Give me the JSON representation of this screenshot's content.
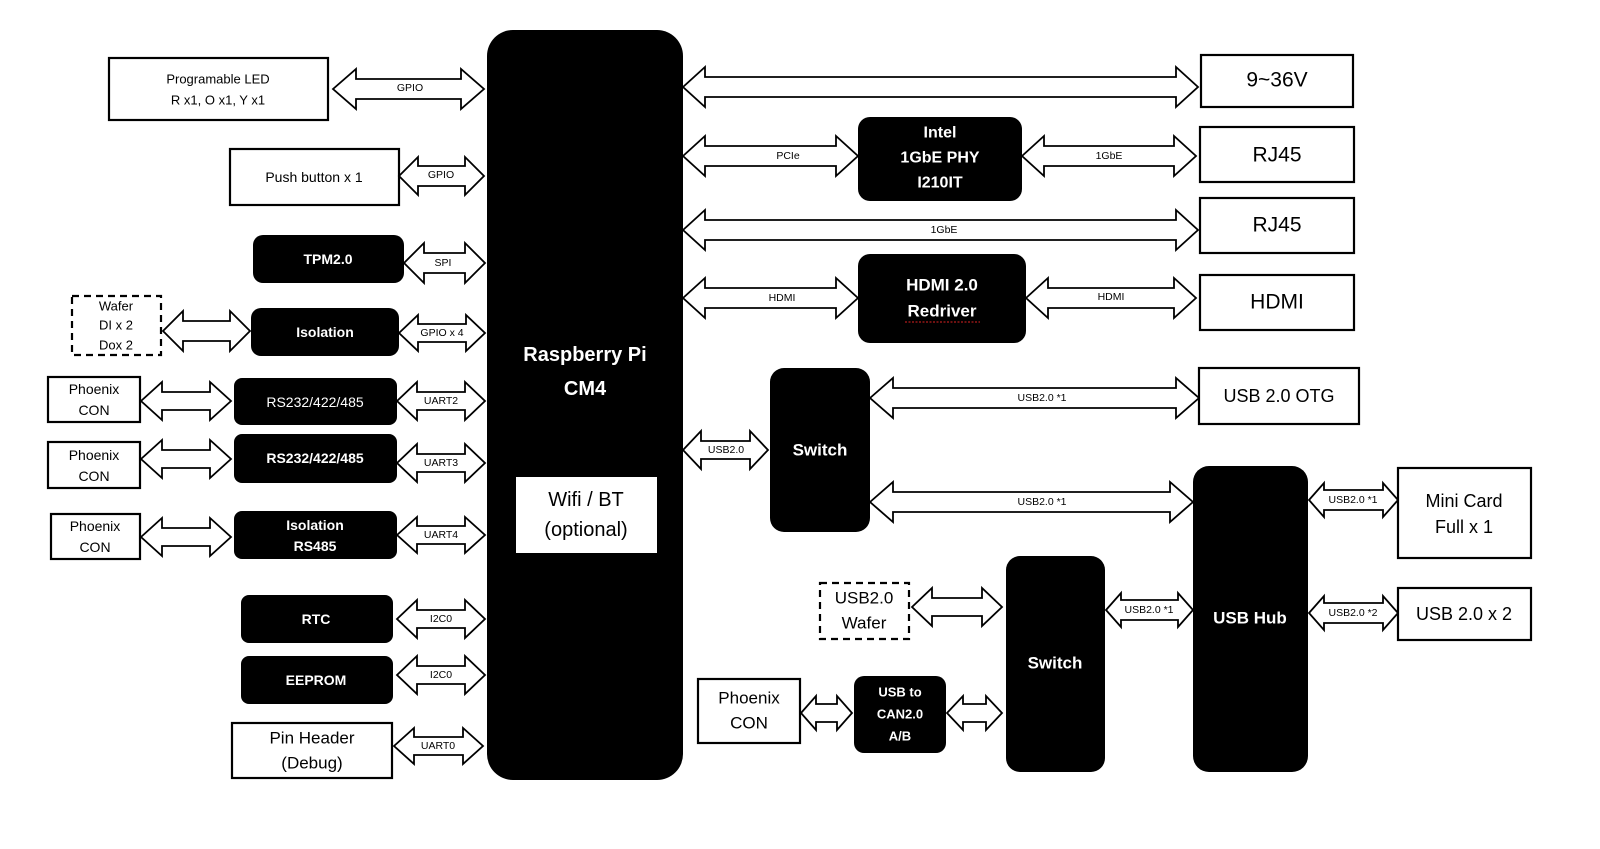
{
  "cpu": {
    "line1": "Raspberry Pi",
    "line2": "CM4"
  },
  "wifi": {
    "line1": "Wifi / BT",
    "line2": "(optional)"
  },
  "left_blocks": {
    "led": {
      "line1": "Programable LED",
      "line2": "R x1, O x1, Y x1"
    },
    "push_button": "Push button x 1",
    "tpm": "TPM2.0",
    "wafer_di": {
      "line1": "Wafer",
      "line2": "DI x 2",
      "line3": "Dox 2"
    },
    "isolation": "Isolation",
    "phoenix1": {
      "line1": "Phoenix",
      "line2": "CON"
    },
    "rs232_a": "RS232/422/485",
    "phoenix2": {
      "line1": "Phoenix",
      "line2": "CON"
    },
    "rs232_b": "RS232/422/485",
    "phoenix3": {
      "line1": "Phoenix",
      "line2": "CON"
    },
    "isolation_rs485": {
      "line1": "Isolation",
      "line2": "RS485"
    },
    "rtc": "RTC",
    "eeprom": "EEPROM",
    "pin_header": {
      "line1": "Pin Header",
      "line2": "(Debug)"
    }
  },
  "left_arrows": {
    "gpio_led": "GPIO",
    "gpio_button": "GPIO",
    "spi": "SPI",
    "gpio_x4": "GPIO x 4",
    "uart2": "UART2",
    "uart3": "UART3",
    "uart4": "UART4",
    "i2c0_rtc": "I2C0",
    "i2c0_eeprom": "I2C0",
    "uart0": "UART0"
  },
  "right_blocks": {
    "power": "9~36V",
    "intel_phy": {
      "line1": "Intel",
      "line2": "1GbE PHY",
      "line3": "I210IT"
    },
    "rj45_1": "RJ45",
    "rj45_2": "RJ45",
    "hdmi_redriver": {
      "line1": "HDMI 2.0",
      "line2": "Redriver"
    },
    "hdmi": "HDMI",
    "switch1": "Switch",
    "usb_otg": "USB 2.0 OTG",
    "usb_hub": "USB Hub",
    "mini_card": {
      "line1": "Mini Card",
      "line2": "Full x 1"
    },
    "usb_x2": "USB 2.0 x 2",
    "usb_wafer": {
      "line1": "USB2.0",
      "line2": "Wafer"
    },
    "switch2": "Switch",
    "phoenix_can": {
      "line1": "Phoenix",
      "line2": "CON"
    },
    "usb_can": {
      "line1": "USB to",
      "line2": "CAN2.0",
      "line3": "A/B"
    }
  },
  "right_arrows": {
    "pcie": "PCIe",
    "gbe_phy_rj45": "1GbE",
    "gbe_direct": "1GbE",
    "hdmi_in": "HDMI",
    "hdmi_out": "HDMI",
    "usb_cpu_switch": "USB2.0",
    "usb_otg": "USB2.0 *1",
    "usb_switch_hub": "USB2.0 *1",
    "usb_hub_minicard": "USB2.0 *1",
    "usb_switch2_hub": "USB2.0 *1",
    "usb_hub_x2": "USB2.0 *2"
  }
}
